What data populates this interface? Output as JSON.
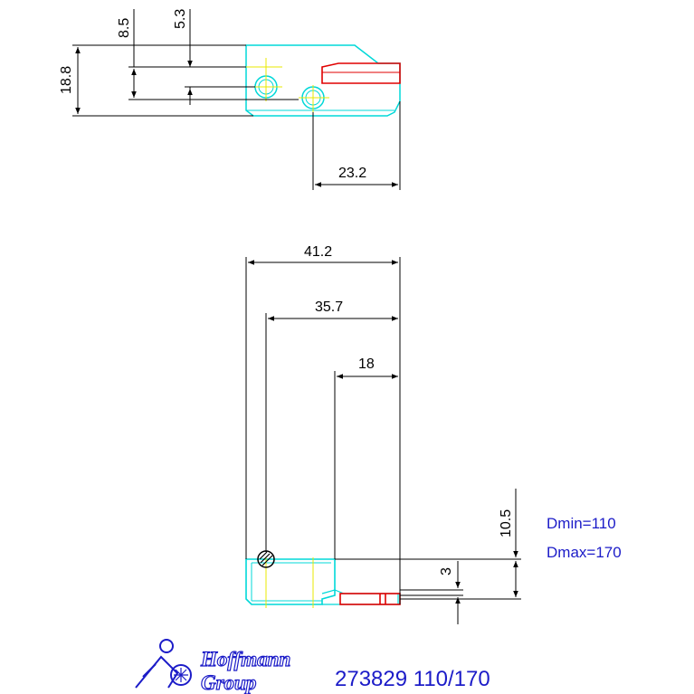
{
  "top_view": {
    "dims": {
      "d_8_5": "8.5",
      "d_5_3": "5.3",
      "d_18_8": "18.8",
      "d_23_2": "23.2"
    }
  },
  "front_view": {
    "dims": {
      "d_41_2": "41.2",
      "d_35_7": "35.7",
      "d_18": "18",
      "d_10_5": "10.5",
      "d_3": "3"
    }
  },
  "notes": {
    "dmin": "Dmin=110",
    "dmax": "Dmax=170"
  },
  "logo": {
    "line1": "Hoffmann",
    "line2": "Group"
  },
  "part_number": "273829 110/170",
  "colors": {
    "outline": "#00d8d8",
    "dimension": "#000000",
    "center": "#e8e800",
    "insert": "#e00000",
    "text_blue": "#1c1cc8"
  }
}
